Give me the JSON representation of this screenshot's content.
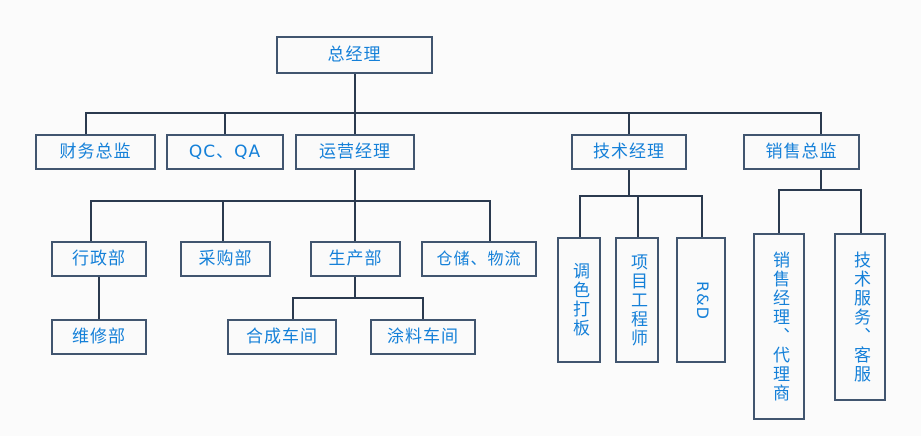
{
  "chart": {
    "type": "org-chart",
    "title": "",
    "colors": {
      "background": "#fbfbfb",
      "box_fill": "#fafafa",
      "box_border": "#41556f",
      "text": "#1580d8",
      "connector": "#2b3a4f"
    },
    "nodes": {
      "general_manager": "总经理",
      "finance_director": "财务总监",
      "qc_qa": "QC、QA",
      "operations_manager": "运营经理",
      "technical_manager": "技术经理",
      "sales_director": "销售总监",
      "admin_dept": "行政部",
      "purchasing_dept": "采购部",
      "production_dept": "生产部",
      "warehouse_logistics": "仓储、物流",
      "maintenance_dept": "维修部",
      "synthesis_workshop": "合成车间",
      "coating_workshop": "涂料车间",
      "color_matching": "调色打板",
      "project_engineer": "项目工程师",
      "rnd": "R&D",
      "sales_manager_agent": "销售经理、代理商",
      "tech_service_support": "技术服务、客服"
    },
    "hierarchy": [
      {
        "label": "总经理",
        "children": [
          {
            "label": "财务总监",
            "children": []
          },
          {
            "label": "QC、QA",
            "children": []
          },
          {
            "label": "运营经理",
            "children": [
              {
                "label": "行政部",
                "children": [
                  {
                    "label": "维修部",
                    "children": []
                  }
                ]
              },
              {
                "label": "采购部",
                "children": []
              },
              {
                "label": "生产部",
                "children": [
                  {
                    "label": "合成车间",
                    "children": []
                  },
                  {
                    "label": "涂料车间",
                    "children": []
                  }
                ]
              },
              {
                "label": "仓储、物流",
                "children": []
              }
            ]
          },
          {
            "label": "技术经理",
            "children": [
              {
                "label": "调色打板",
                "children": []
              },
              {
                "label": "项目工程师",
                "children": []
              },
              {
                "label": "R&D",
                "children": []
              }
            ]
          },
          {
            "label": "销售总监",
            "children": [
              {
                "label": "销售经理、代理商",
                "children": []
              },
              {
                "label": "技术服务、客服",
                "children": []
              }
            ]
          }
        ]
      }
    ]
  }
}
